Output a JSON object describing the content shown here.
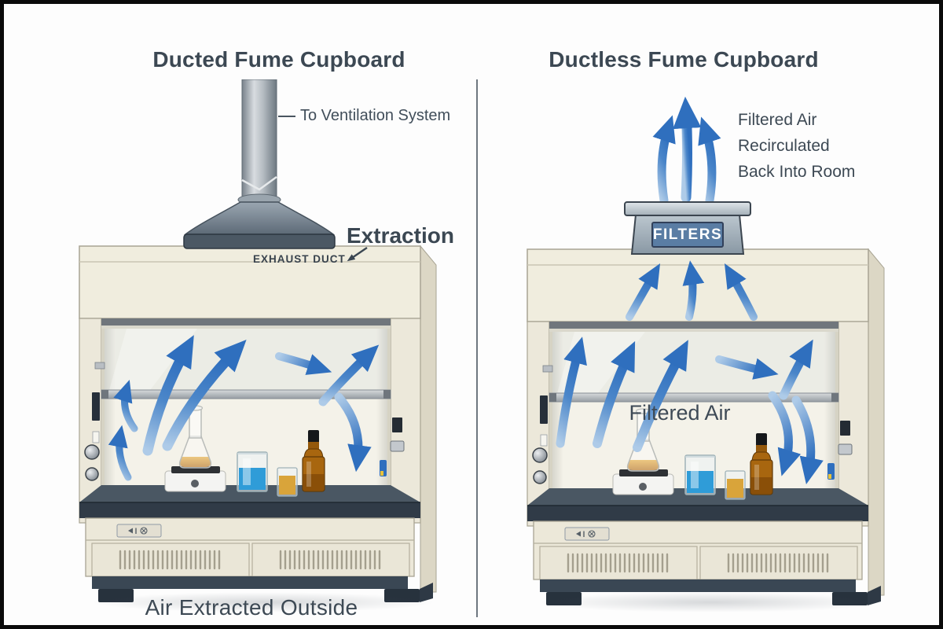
{
  "panels": {
    "left": {
      "title": "Ducted Fume Cupboard",
      "duct_pointer_label": "To Ventilation System",
      "extraction_label": "Extraction",
      "exhaust_duct_label": "EXHAUST DUCT",
      "bottom_caption": "Air Extracted Outside"
    },
    "right": {
      "title": "Ductless Fume Cupboard",
      "recirculated_lines": [
        "Filtered Air",
        "Recirculated",
        "Back Into Room"
      ],
      "filters_box_label": "FILTERS",
      "interior_label": "Filtered Air"
    }
  },
  "colors": {
    "airflow_arrow_blue": "#2f6fbe",
    "airflow_arrow_light": "#a9c7e5",
    "label_text_dark": "#3d4954",
    "filters_panel_blue": "#5a7da4",
    "cabinet_cream": "#efecdf",
    "bench_slate": "#3b4754",
    "duct_gray": "#9aa5af"
  }
}
